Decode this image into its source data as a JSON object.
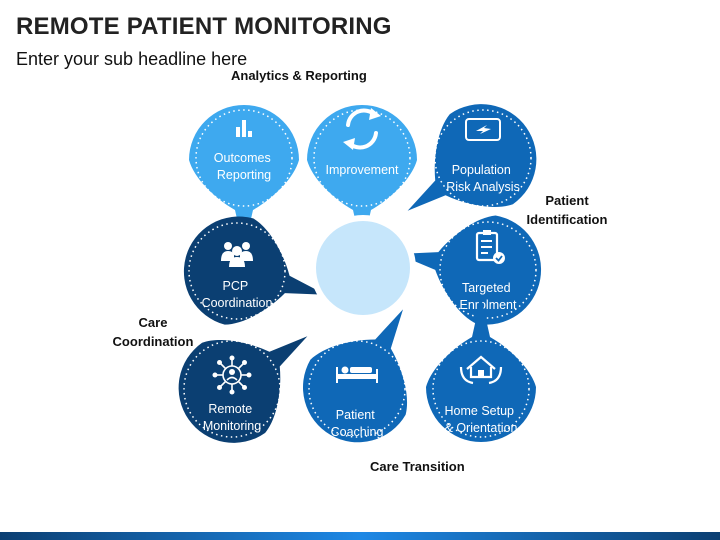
{
  "header": {
    "title": "REMOTE PATIENT MONITORING",
    "subtitle": "Enter your sub headline here"
  },
  "groups": {
    "analytics": "Analytics & Reporting",
    "identification": "Patient Identification",
    "coordination": "Care Coordination",
    "transition": "Care Transition"
  },
  "nodes": [
    {
      "id": "outcomes",
      "lines": [
        "Outcomes",
        "Reporting"
      ],
      "icon": "bar-chart-icon",
      "color": "#3ea9ef"
    },
    {
      "id": "improvement",
      "lines": [
        "Improvement"
      ],
      "icon": "refresh-arrows-icon",
      "color": "#3ea9ef"
    },
    {
      "id": "population",
      "lines": [
        "Population",
        "Risk Analysis"
      ],
      "icon": "ticket-icon",
      "color": "#0f68b7"
    },
    {
      "id": "targeted",
      "lines": [
        "Targeted",
        "Enrolment"
      ],
      "icon": "clipboard-check-icon",
      "color": "#0f68b7"
    },
    {
      "id": "home",
      "lines": [
        "Home Setup",
        "& Orientation"
      ],
      "icon": "house-hands-icon",
      "color": "#0f68b7"
    },
    {
      "id": "coaching",
      "lines": [
        "Patient",
        "Coaching"
      ],
      "icon": "patient-bed-icon",
      "color": "#0f68b7"
    },
    {
      "id": "remote",
      "lines": [
        "Remote",
        "Monitoring"
      ],
      "icon": "network-person-icon",
      "color": "#0b3f72"
    },
    {
      "id": "pcp",
      "lines": [
        "PCP",
        "Coordination"
      ],
      "icon": "group-people-icon",
      "color": "#0b3f72"
    }
  ],
  "colors": {
    "light_blue": "#3ea9ef",
    "mid_blue": "#0f68b7",
    "dark_blue": "#0b3f72",
    "center": "#c6e6fb"
  }
}
